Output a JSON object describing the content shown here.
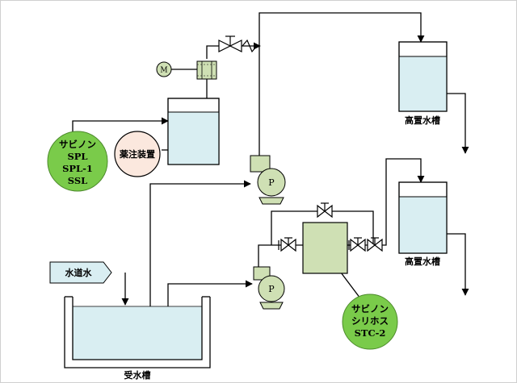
{
  "labels": {
    "tank_upper_right": "高置水槽",
    "tank_lower_right": "高置水槽",
    "receiving_tank": "受水槽",
    "tap_water": "水道水",
    "chemical_injector": "薬注装置",
    "motor": "M",
    "pump_upper": "P",
    "pump_lower": "P",
    "product_left": [
      "サビノン",
      "SPL",
      "SPL-1",
      "SSL"
    ],
    "product_right": [
      "サビノン",
      "シリホス",
      "STC-2"
    ]
  },
  "colors": {
    "water": "#d9eef2",
    "equipment_green": "#cfe0b4",
    "badge_green": "#7acb4a",
    "injector_pink": "#fbe8de",
    "line": "#000000"
  }
}
